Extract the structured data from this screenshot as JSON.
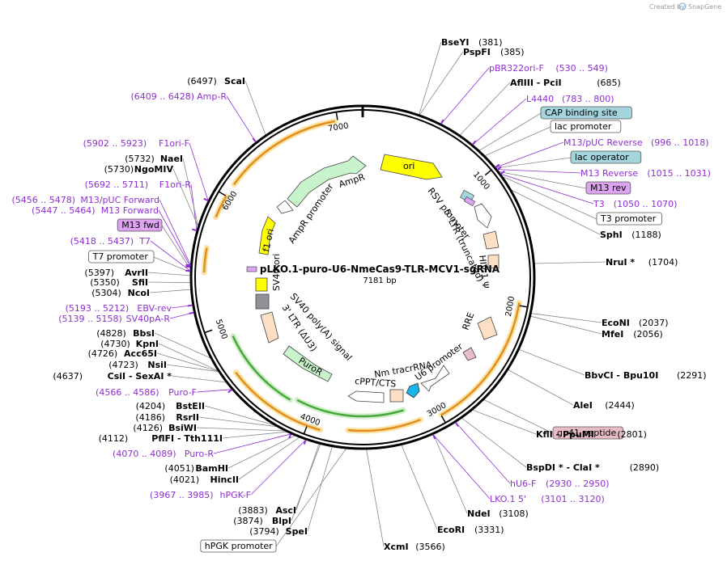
{
  "app": {
    "credit_prefix": "Created by",
    "credit_brand": "SnapGene"
  },
  "map": {
    "title": "pLKO.1-puro-U6-NmeCas9-TLR-MCV1-sgRNA",
    "length_label": "7181 bp",
    "total_bp": 7181
  },
  "ticks": [
    "1000",
    "2000",
    "3000",
    "4000",
    "5000",
    "6000",
    "7000"
  ],
  "colors": {
    "primer": "#8e2fd0",
    "ori": "#ffff00",
    "ampr": "#c8f4cc",
    "puror": "#c8f4cc",
    "promoter": "#ffffff",
    "ltr": "#fde0c4",
    "gp41": "#e8bcc6",
    "lac_operator": "#a4d4dc",
    "m13_fwd": "#dca4f0",
    "gray_feature": "#909098",
    "u6": "#19b5e8",
    "orange_bar": "#e08f1e",
    "green_bar": "#46a83a"
  },
  "labels": [
    {
      "kind": "site",
      "name": "BseYI",
      "pos": "(381)"
    },
    {
      "kind": "site",
      "name": "PspFI",
      "pos": "(385)"
    },
    {
      "kind": "primer",
      "name": "pBR322ori-F",
      "pos": "(530 .. 549)"
    },
    {
      "kind": "site",
      "name": "AflIII  - PciI",
      "pos": "(685)"
    },
    {
      "kind": "primer",
      "name": "L4440",
      "pos": "(783 .. 800)"
    },
    {
      "kind": "box",
      "name": "CAP binding site",
      "fill": "#a4d4dc"
    },
    {
      "kind": "box",
      "name": "lac promoter",
      "fill": "#ffffff"
    },
    {
      "kind": "primer",
      "name": "M13/pUC Reverse",
      "pos": "(996 .. 1018)"
    },
    {
      "kind": "box",
      "name": "lac operator",
      "fill": "#a4d4dc"
    },
    {
      "kind": "primer",
      "name": "M13 Reverse",
      "pos": "(1015 .. 1031)"
    },
    {
      "kind": "box",
      "name": "M13 rev",
      "fill": "#dca4f0"
    },
    {
      "kind": "primer",
      "name": "T3",
      "pos": "(1050 .. 1070)"
    },
    {
      "kind": "box",
      "name": "T3 promoter",
      "fill": "#ffffff"
    },
    {
      "kind": "site",
      "name": "SphI",
      "pos": "(1188)"
    },
    {
      "kind": "site",
      "name": "NruI *",
      "pos": "(1704)"
    },
    {
      "kind": "site",
      "name": "EcoNI",
      "pos": "(2037)"
    },
    {
      "kind": "site",
      "name": "MfeI",
      "pos": "(2056)"
    },
    {
      "kind": "site",
      "name": "BbvCI  - Bpu10I",
      "pos": "(2291)"
    },
    {
      "kind": "site",
      "name": "AleI",
      "pos": "(2444)"
    },
    {
      "kind": "box",
      "name": "gp41 peptide",
      "fill": "#e8bcc6"
    },
    {
      "kind": "site",
      "name": "KflI  - PpuMI",
      "pos": "(2801)"
    },
    {
      "kind": "site",
      "name": "BspDI *  - ClaI *",
      "pos": "(2890)"
    },
    {
      "kind": "primer",
      "name": "hU6-F",
      "pos": "(2930 .. 2950)"
    },
    {
      "kind": "primer",
      "name": "LKO.1 5'",
      "pos": "(3101 .. 3120)"
    },
    {
      "kind": "site",
      "name": "NdeI",
      "pos": "(3108)"
    },
    {
      "kind": "site",
      "name": "EcoRI",
      "pos": "(3331)"
    },
    {
      "kind": "site",
      "name": "XcmI",
      "pos": "(3566)"
    },
    {
      "kind": "box",
      "name": "hPGK promoter",
      "fill": "#ffffff"
    },
    {
      "kind": "site",
      "name": "SpeI",
      "pos": "(3794)"
    },
    {
      "kind": "site",
      "name": "BlpI",
      "pos": "(3874)"
    },
    {
      "kind": "site",
      "name": "AscI",
      "pos": "(3883)"
    },
    {
      "kind": "primer",
      "name": "hPGK-F",
      "pos": "(3967 .. 3985)"
    },
    {
      "kind": "site",
      "name": "HincII",
      "pos": "(4021)"
    },
    {
      "kind": "site",
      "name": "BamHI",
      "pos": "(4051)"
    },
    {
      "kind": "primer",
      "name": "Puro-R",
      "pos": "(4070 .. 4089)"
    },
    {
      "kind": "site",
      "name": "PflFI  - Tth111I",
      "pos": "(4112)"
    },
    {
      "kind": "site",
      "name": "BsiWI",
      "pos": "(4126)"
    },
    {
      "kind": "site",
      "name": "RsrII",
      "pos": "(4186)"
    },
    {
      "kind": "site",
      "name": "BstEII",
      "pos": "(4204)"
    },
    {
      "kind": "primer",
      "name": "Puro-F",
      "pos": "(4566 .. 4586)"
    },
    {
      "kind": "site",
      "name": "CsiI  - SexAI *",
      "pos": "(4637)"
    },
    {
      "kind": "site",
      "name": "NsiI",
      "pos": "(4723)"
    },
    {
      "kind": "site",
      "name": "Acc65I",
      "pos": "(4726)"
    },
    {
      "kind": "site",
      "name": "KpnI",
      "pos": "(4730)"
    },
    {
      "kind": "site",
      "name": "BbsI",
      "pos": "(4828)"
    },
    {
      "kind": "primer",
      "name": "SV40pA-R",
      "pos": "(5139 .. 5158)"
    },
    {
      "kind": "primer",
      "name": "EBV-rev",
      "pos": "(5193 .. 5212)"
    },
    {
      "kind": "site",
      "name": "NcoI",
      "pos": "(5304)"
    },
    {
      "kind": "site",
      "name": "SfiI",
      "pos": "(5350)"
    },
    {
      "kind": "site",
      "name": "AvrII",
      "pos": "(5397)"
    },
    {
      "kind": "box",
      "name": "T7 promoter",
      "fill": "#ffffff"
    },
    {
      "kind": "primer",
      "name": "T7",
      "pos": "(5418 .. 5437)"
    },
    {
      "kind": "box",
      "name": "M13 fwd",
      "fill": "#dca4f0"
    },
    {
      "kind": "primer",
      "name": "M13 Forward",
      "pos": "(5447 .. 5464)"
    },
    {
      "kind": "primer",
      "name": "M13/pUC Forward",
      "pos": "(5456 .. 5478)"
    },
    {
      "kind": "primer",
      "name": "F1ori-R",
      "pos": "(5692 .. 5711)"
    },
    {
      "kind": "site",
      "name": "NgoMIV",
      "pos": "(5730)"
    },
    {
      "kind": "site",
      "name": "NaeI",
      "pos": "(5732)"
    },
    {
      "kind": "primer",
      "name": "F1ori-F",
      "pos": "(5902 .. 5923)"
    },
    {
      "kind": "primer",
      "name": "Amp-R",
      "pos": "(6409 .. 6428)"
    },
    {
      "kind": "site",
      "name": "ScaI",
      "pos": "(6497)"
    }
  ],
  "features": [
    {
      "name": "ori",
      "color": "#ffff00"
    },
    {
      "name": "AmpR",
      "color": "#c8f4cc"
    },
    {
      "name": "AmpR promoter",
      "color": "#ffffff"
    },
    {
      "name": "f1 ori",
      "color": "#ffff00"
    },
    {
      "name": "SV40 ori",
      "color": "#ffff00"
    },
    {
      "name": "RSV promoter",
      "color": "#ffffff"
    },
    {
      "name": "5' LTR (truncated)",
      "color": "#fde0c4"
    },
    {
      "name": "HIV-1 Ψ",
      "color": "#fde0c4"
    },
    {
      "name": "RRE",
      "color": "#fde0c4"
    },
    {
      "name": "U6 promoter",
      "color": "#ffffff"
    },
    {
      "name": "Nm tracrRNA",
      "color": "#fde0c4"
    },
    {
      "name": "cPPT/CTS",
      "color": "#ffffff"
    },
    {
      "name": "PuroR",
      "color": "#c8f4cc"
    },
    {
      "name": "SV40 poly(A) signal",
      "color": "#909098"
    },
    {
      "name": "3' LTR (ΔU3)",
      "color": "#fde0c4"
    }
  ]
}
